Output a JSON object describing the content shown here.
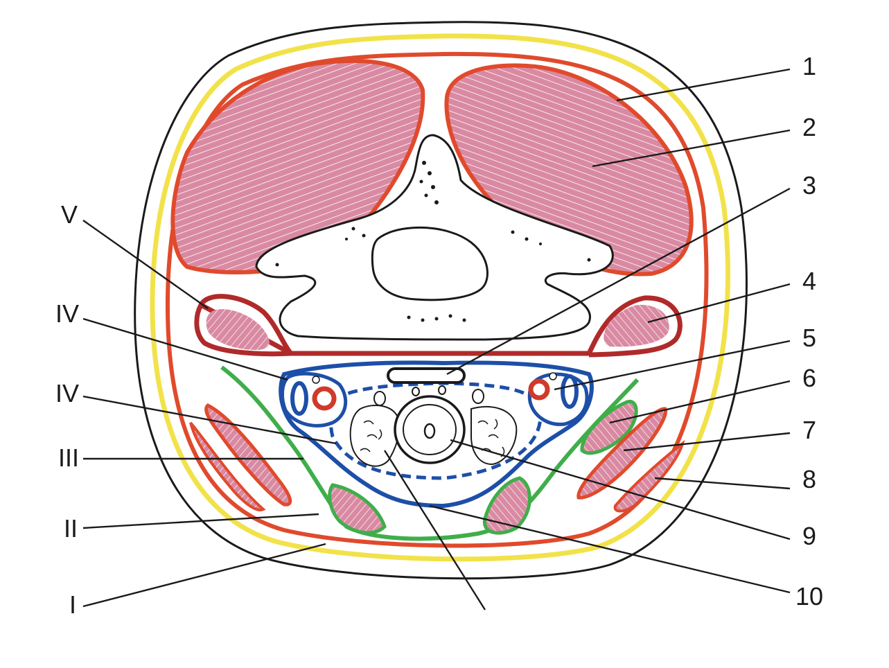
{
  "labels_right": [
    "1",
    "2",
    "3",
    "4",
    "5",
    "6",
    "7",
    "8",
    "9",
    "10"
  ],
  "labels_left": [
    "V",
    "IV",
    "IV",
    "III",
    "II",
    "I"
  ],
  "colors": {
    "outline": "#1a1a1a",
    "skin_fascia": "#f2e24a",
    "superficial_fascia": "#e04a2c",
    "muscle_fill": "#d98aa2",
    "muscle_fiber": "#ffffff",
    "prevertebral_fascia": "#1d4fa8",
    "carotid_sheath_fascia": "#3fae4a",
    "deep_muscle_ring": "#b02a2a",
    "artery": "#d03a2a",
    "vein": "#2a5ab0"
  }
}
